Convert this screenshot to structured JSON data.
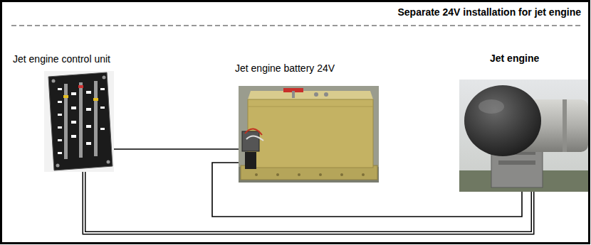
{
  "diagram": {
    "title": "Separate 24V installation for jet engine",
    "nodes": [
      {
        "text": [
          "Jet engine control unit"
        ]
      },
      {
        "text": [
          "Jet engine battery 24V"
        ]
      },
      {
        "text": [
          "Jet engine"
        ]
      }
    ],
    "edges": [
      {
        "from": 0,
        "to": 1,
        "arrow": "none"
      },
      {
        "from": 1,
        "to": 2,
        "arrow": "none"
      },
      {
        "from": 0,
        "to": 2,
        "arrow": "none"
      }
    ]
  }
}
